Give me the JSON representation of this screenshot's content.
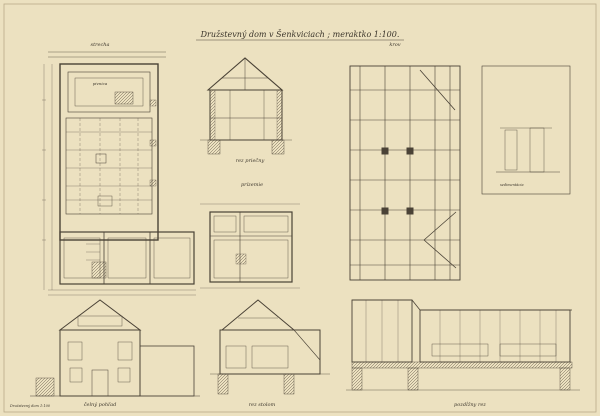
{
  "title": "Družstevný dom v Šenkviciach ; meraktko 1:100.",
  "labels": {
    "strecha": "strecha",
    "krov": "krov",
    "rez_priecny": "rez priečny",
    "pivnica_label": "pivnica",
    "prizemie": "prízemie",
    "pozdlzny_rez": "pozdĺžny rez",
    "celny_pohlad": "čelný pohľad",
    "rez_stolom": "rez stolom",
    "sedimentation": "sedimentácia",
    "foot_note": "Družstevný dom 1:100"
  },
  "colors": {
    "paper": "#ece1c0",
    "ink": "#4a4236",
    "faint": "#9c907a"
  }
}
